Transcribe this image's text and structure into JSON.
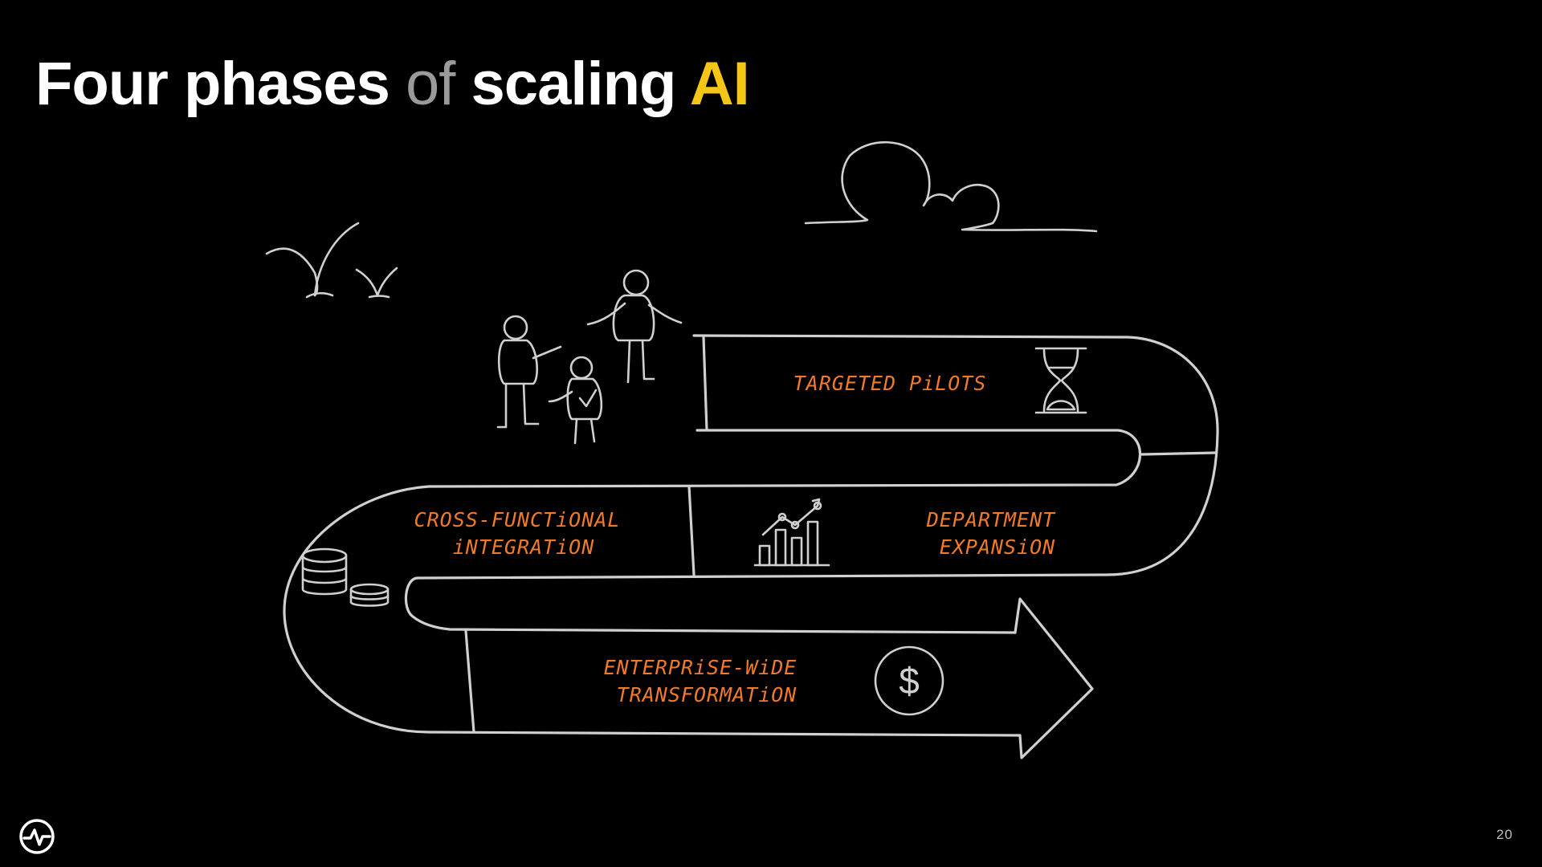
{
  "title": {
    "part1": "Four phases",
    "part2": "of",
    "part3": "scaling",
    "part4": "AI"
  },
  "phases": [
    {
      "line1": "TARGETED PiLOTS",
      "line2": ""
    },
    {
      "line1": "DEPARTMENT",
      "line2": "EXPANSiON"
    },
    {
      "line1": "CROSS-FUNCTiONAL",
      "line2": "iNTEGRATiON"
    },
    {
      "line1": "ENTERPRiSE-WiDE",
      "line2": "TRANSFORMATiON"
    }
  ],
  "icons": [
    "hourglass-icon",
    "growth-chart-icon",
    "coin-stack-icon",
    "dollar-coin-icon",
    "people-icon",
    "birds-icon",
    "cloud-icon",
    "brand-logo-icon"
  ],
  "colors": {
    "background": "#000000",
    "accent": "#f5c518",
    "phase_text": "#f07a2a",
    "sketch": "#d0d0d0",
    "muted": "#9a9a9a"
  },
  "footer": {
    "page_number": "20"
  }
}
